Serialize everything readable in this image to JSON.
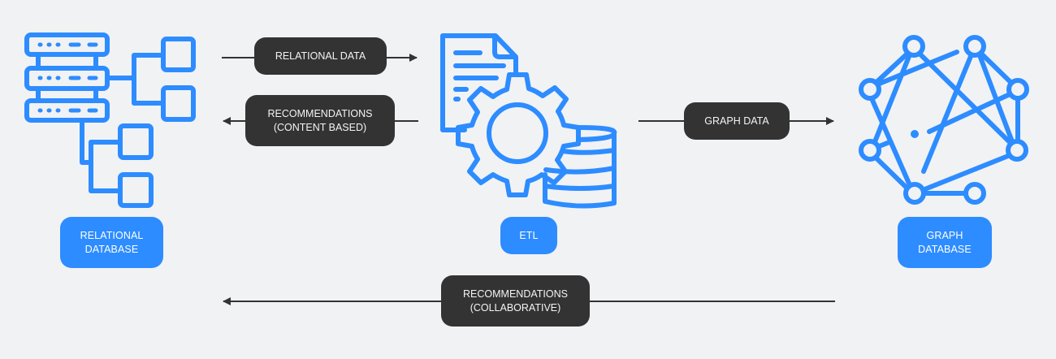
{
  "diagram": {
    "nodes": [
      {
        "id": "relational-database",
        "label": "RELATIONAL\nDATABASE",
        "icon": "server-hierarchy-icon"
      },
      {
        "id": "etl",
        "label": "ETL",
        "icon": "etl-document-gear-database-icon"
      },
      {
        "id": "graph-database",
        "label": "GRAPH\nDATABASE",
        "icon": "graph-network-icon"
      }
    ],
    "edges": [
      {
        "from": "relational-database",
        "to": "etl",
        "label": "RELATIONAL DATA"
      },
      {
        "from": "etl",
        "to": "relational-database",
        "label": "RECOMMENDATIONS\n(CONTENT BASED)"
      },
      {
        "from": "etl",
        "to": "graph-database",
        "label": "GRAPH DATA"
      },
      {
        "from": "graph-database",
        "to": "relational-database",
        "label": "RECOMMENDATIONS\n(COLLABORATIVE)"
      }
    ],
    "colors": {
      "background": "#f1f2f4",
      "accent_blue": "#2d8cff",
      "edge_label_bg": "#333333",
      "arrow": "#333333"
    }
  }
}
